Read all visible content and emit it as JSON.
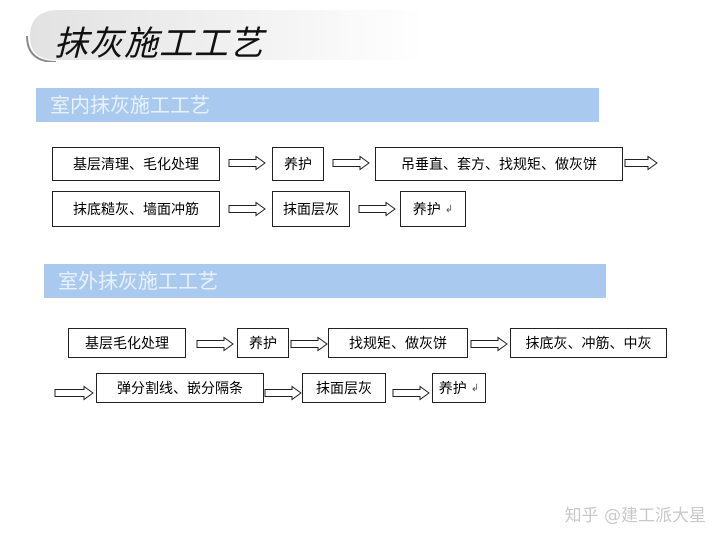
{
  "title": "抹灰施工工艺",
  "sections": [
    {
      "heading": "室内抹灰施工工艺",
      "steps": [
        "基层清理、毛化处理",
        "养护",
        "吊垂直、套方、找规矩、做灰饼",
        "抹底糙灰、墙面冲筋",
        "抹面层灰",
        "养护"
      ]
    },
    {
      "heading": "室外抹灰施工工艺",
      "steps": [
        "基层毛化处理",
        "养护",
        "找规矩、做灰饼",
        "抹底灰、冲筋、中灰",
        "弹分割线、嵌分隔条",
        "抹面层灰",
        "养护"
      ]
    }
  ],
  "paragraph_mark": "↲",
  "watermark": "知乎 @建工派大星"
}
